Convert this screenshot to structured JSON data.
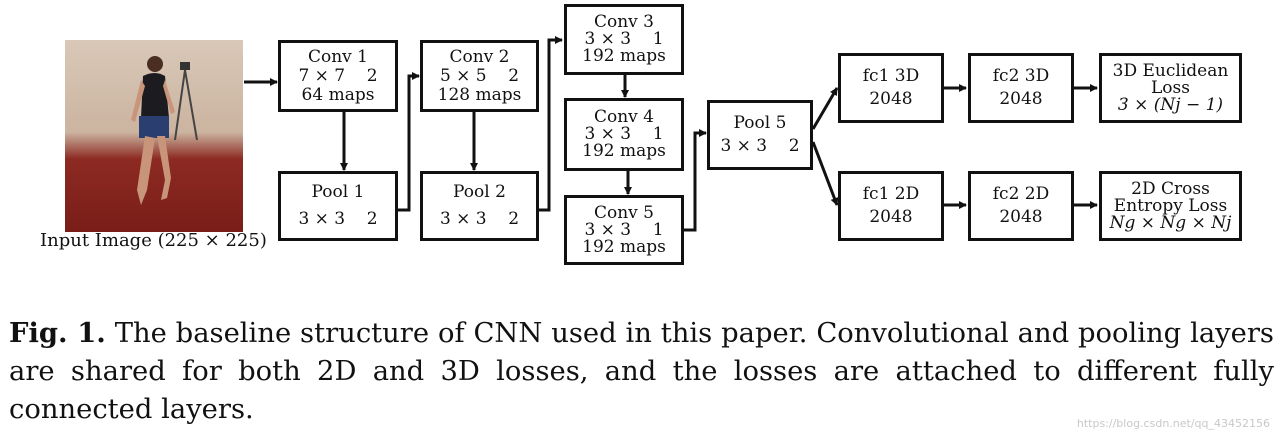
{
  "input_image": {
    "label": "Input Image (225 × 225)"
  },
  "blocks": {
    "conv1": [
      "Conv 1",
      "7 × 7    2",
      "64 maps"
    ],
    "pool1": [
      "Pool 1",
      "3 × 3    2"
    ],
    "conv2": [
      "Conv 2",
      "5 × 5    2",
      "128 maps"
    ],
    "pool2": [
      "Pool 2",
      "3 × 3    2"
    ],
    "conv3": [
      "Conv 3",
      "3 × 3    1",
      "192 maps"
    ],
    "conv4": [
      "Conv 4",
      "3 × 3    1",
      "192 maps"
    ],
    "conv5": [
      "Conv 5",
      "3 × 3    1",
      "192 maps"
    ],
    "pool5": [
      "Pool 5",
      "3 × 3    2"
    ],
    "fc1_3d": [
      "fc1 3D",
      "2048"
    ],
    "fc2_3d": [
      "fc2 3D",
      "2048"
    ],
    "loss_3d": [
      "3D Euclidean",
      "Loss",
      "3 × (Nj − 1)"
    ],
    "fc1_2d": [
      "fc1 2D",
      "2048"
    ],
    "fc2_2d": [
      "fc2 2D",
      "2048"
    ],
    "loss_2d": [
      "2D Cross",
      "Entropy Loss",
      "Ng × Ng × Nj"
    ]
  },
  "caption": {
    "lead": "Fig. 1.",
    "text": "The baseline structure of CNN used in this paper. Convolutional and pooling layers are shared for both 2D and 3D losses, and the losses are attached to different fully connected layers."
  },
  "watermark": "https://blog.csdn.net/qq_43452156"
}
